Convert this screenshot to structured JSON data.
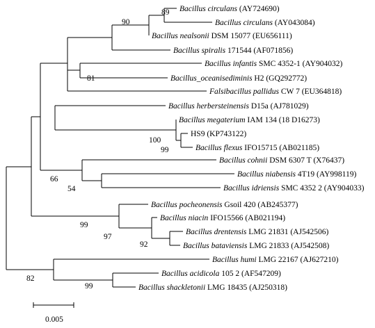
{
  "taxa": [
    {
      "name": "Bacillus circulans",
      "acc": "(AY724690)"
    },
    {
      "name": "Bacillus circulans",
      "acc": "(AY043084)"
    },
    {
      "name": "Bacillus nealsonii",
      "acc": "DSM 15077 (EU656111)"
    },
    {
      "name": "Bacillus spiralis",
      "acc": "171544 (AF071856)"
    },
    {
      "name": "Bacillus infantis",
      "acc": "SMC 4352-1 (AY904032)"
    },
    {
      "name": "Bacillus_oceanisediminis",
      "acc": "H2 (GQ292772)"
    },
    {
      "name": "Falsibacillus pallidus",
      "acc": "CW 7 (EU364818)"
    },
    {
      "name": "Bacillus herbersteinensis",
      "acc": "D15a (AJ781029)"
    },
    {
      "name": "Bacillus megaterium",
      "acc": "IAM 134 (18 D16273)"
    },
    {
      "name": "",
      "acc": "HS9 (KP743122)"
    },
    {
      "name": "Bacillus flexus",
      "acc": "IFO15715 (AB021185)"
    },
    {
      "name": "Bacillus cohnii",
      "acc": "DSM 6307 T (X76437)"
    },
    {
      "name": "Bacillus niabensis",
      "acc": "4T19 (AY998119)"
    },
    {
      "name": "Bacillus idriensis",
      "acc": "SMC 4352 2 (AY904033)"
    },
    {
      "name": "Bacillus pocheonensis",
      "acc": "Gsoil 420 (AB245377)"
    },
    {
      "name": "Bacillus niacin",
      "acc": "IFO15566 (AB021194)"
    },
    {
      "name": "Bacillus drentensis",
      "acc": "LMG 21831 (AJ542506)"
    },
    {
      "name": "Bacillus bataviensis",
      "acc": "LMG 21833 (AJ542508)"
    },
    {
      "name": "Bacillus humi",
      "acc": "LMG 22167 (AJ627210)"
    },
    {
      "name": "Bacillus acidicola",
      "acc": "105 2 (AF547209)"
    },
    {
      "name": "Bacillus shackletonii",
      "acc": "LMG 18435 (AJ250318)"
    }
  ],
  "bootstrap": [
    "89",
    "90",
    "81",
    "100",
    "99",
    "66",
    "54",
    "99",
    "97",
    "92",
    "82",
    "99"
  ],
  "scale_bar": {
    "label": "0.005"
  }
}
